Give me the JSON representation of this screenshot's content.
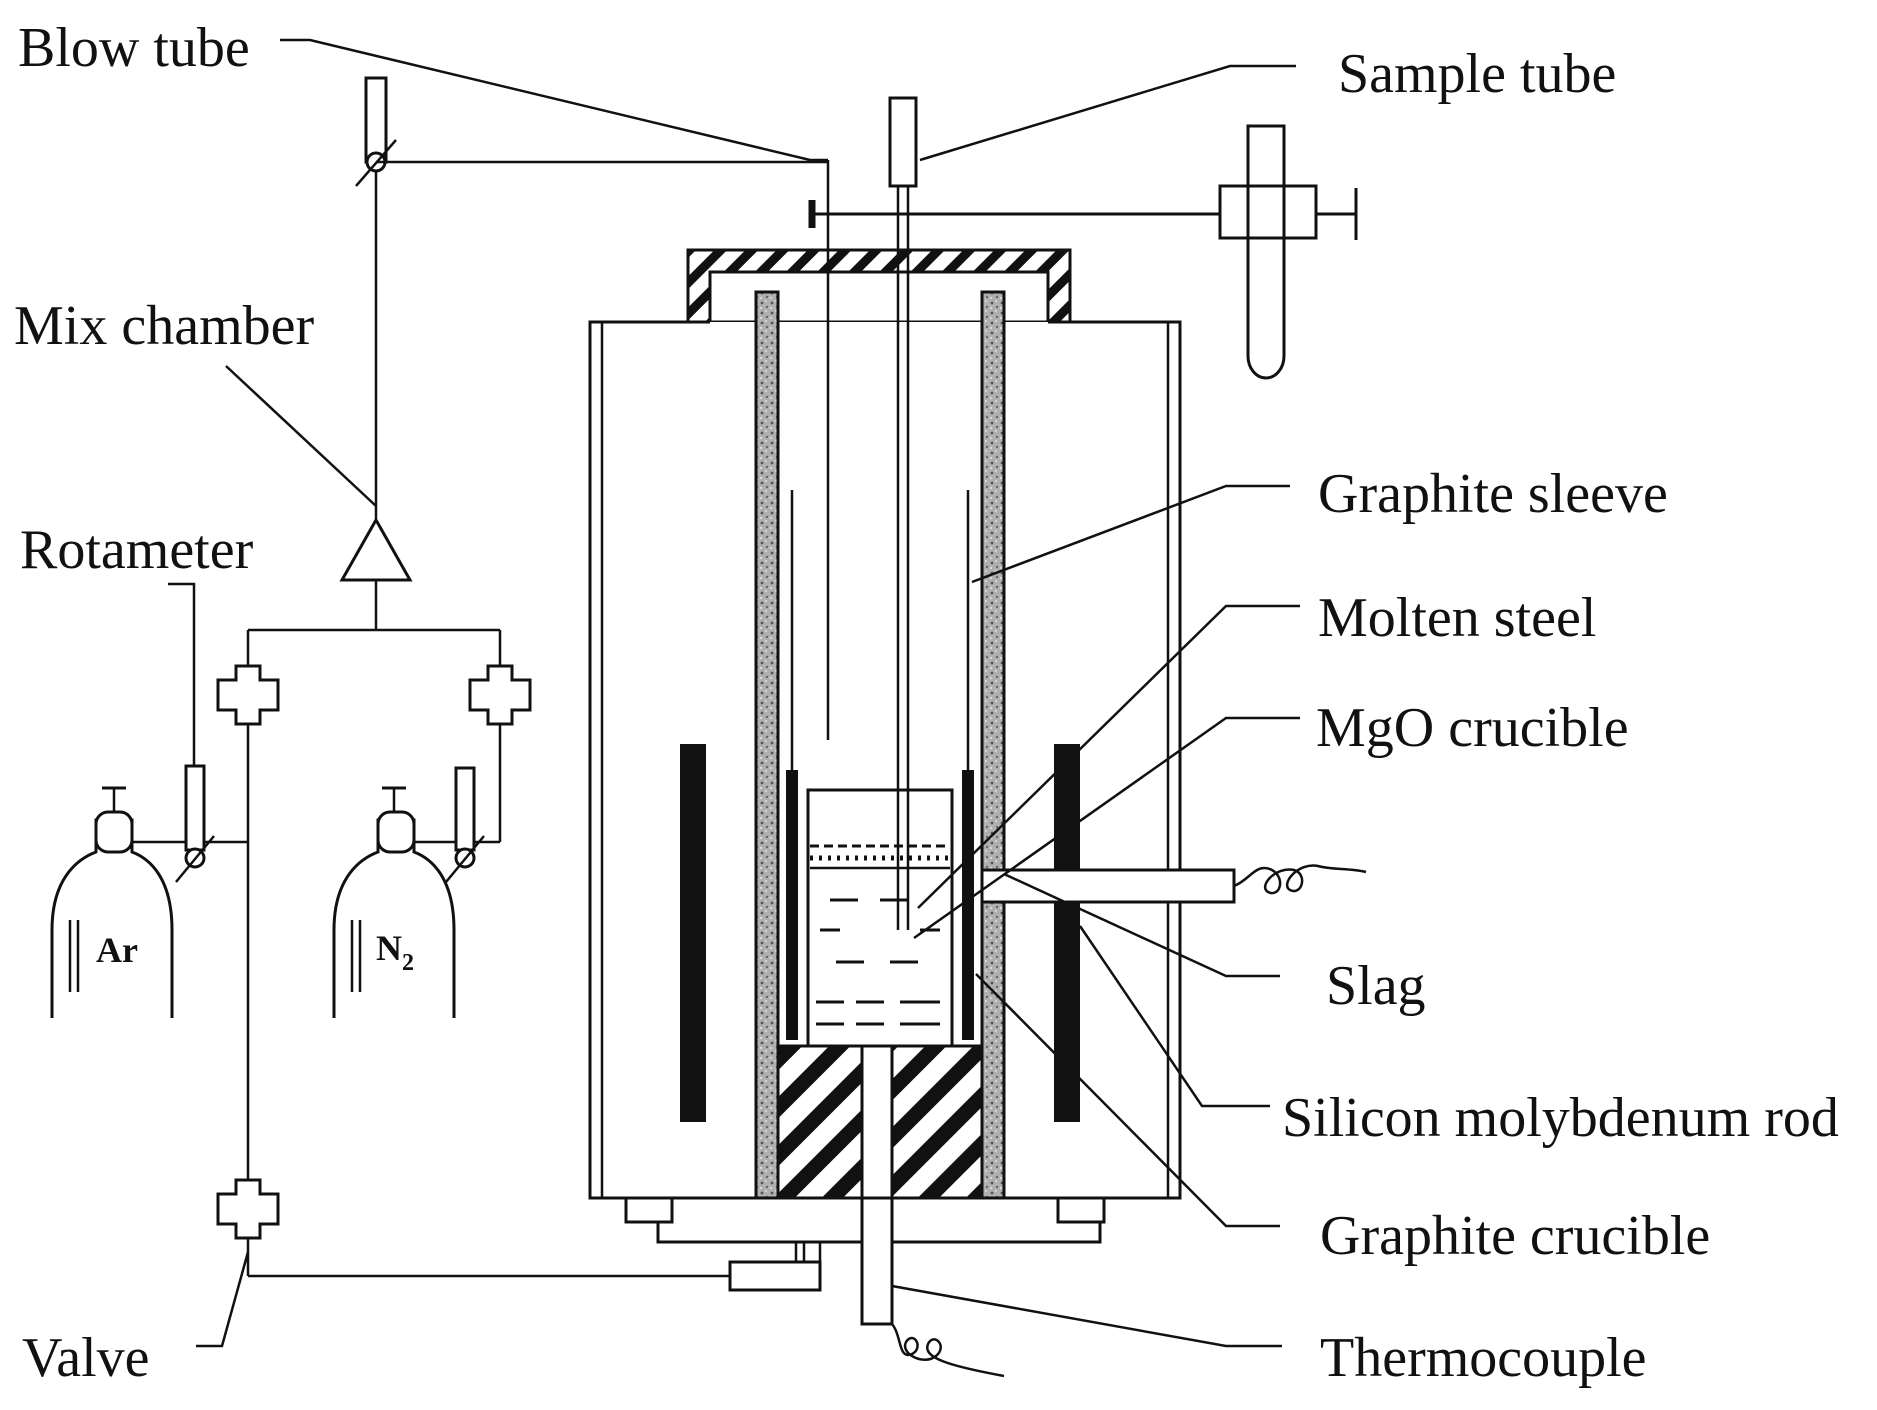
{
  "labels": {
    "blow_tube": "Blow tube",
    "sample_tube": "Sample tube",
    "mix_chamber": "Mix chamber",
    "rotameter": "Rotameter",
    "graphite_sleeve": "Graphite sleeve",
    "molten_steel": "Molten steel",
    "mgo_crucible": "MgO crucible",
    "slag": "Slag",
    "silicon_molybdenum_rod": "Silicon molybdenum rod",
    "graphite_crucible": "Graphite crucible",
    "thermocouple": "Thermocouple",
    "valve": "Valve"
  },
  "cylinders": {
    "argon": "Ar",
    "nitrogen_symbol": "N",
    "nitrogen_subscript": "2"
  },
  "colors": {
    "line": "#111111",
    "heating_rod": "#111111",
    "sleeve_fill": "#9a9a9a"
  }
}
